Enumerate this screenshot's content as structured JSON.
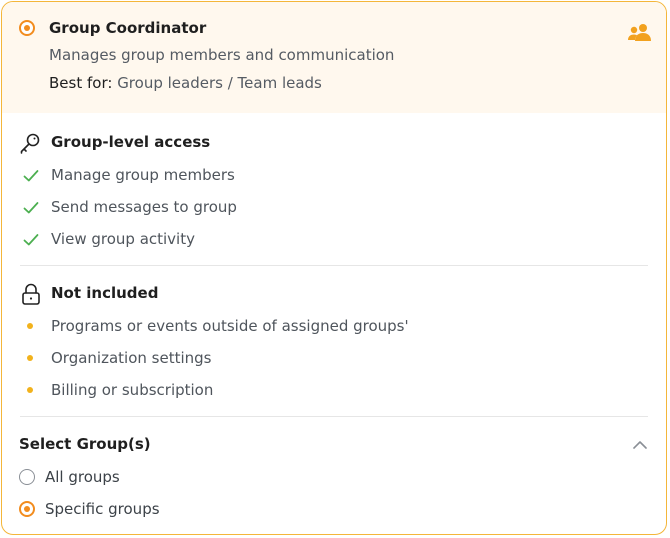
{
  "role": {
    "title": "Group Coordinator",
    "description": "Manages group members and communication",
    "best_for_label": "Best for:",
    "best_for_value": "Group leaders / Team leads"
  },
  "access": {
    "title": "Group-level access",
    "items": [
      "Manage group members",
      "Send messages to group",
      "View group activity"
    ]
  },
  "excluded": {
    "title": "Not included",
    "items": [
      "Programs or events outside of assigned groups'",
      "Organization settings",
      "Billing or subscription"
    ]
  },
  "select_groups": {
    "title": "Select Group(s)",
    "options": [
      {
        "label": "All groups",
        "selected": false
      },
      {
        "label": "Specific groups",
        "selected": true
      }
    ]
  },
  "colors": {
    "accent": "#f28c1e",
    "border": "#f4b63a",
    "check": "#4caf50",
    "bullet": "#f2b21c",
    "header_bg": "#fff8ee"
  },
  "icons": {
    "role_radio": "radio-selected-icon",
    "group": "group-people-icon",
    "access": "key-icon",
    "excluded": "lock-icon",
    "check": "check-icon",
    "bullet": "bullet-dot-icon",
    "collapse": "chevron-up-icon"
  }
}
